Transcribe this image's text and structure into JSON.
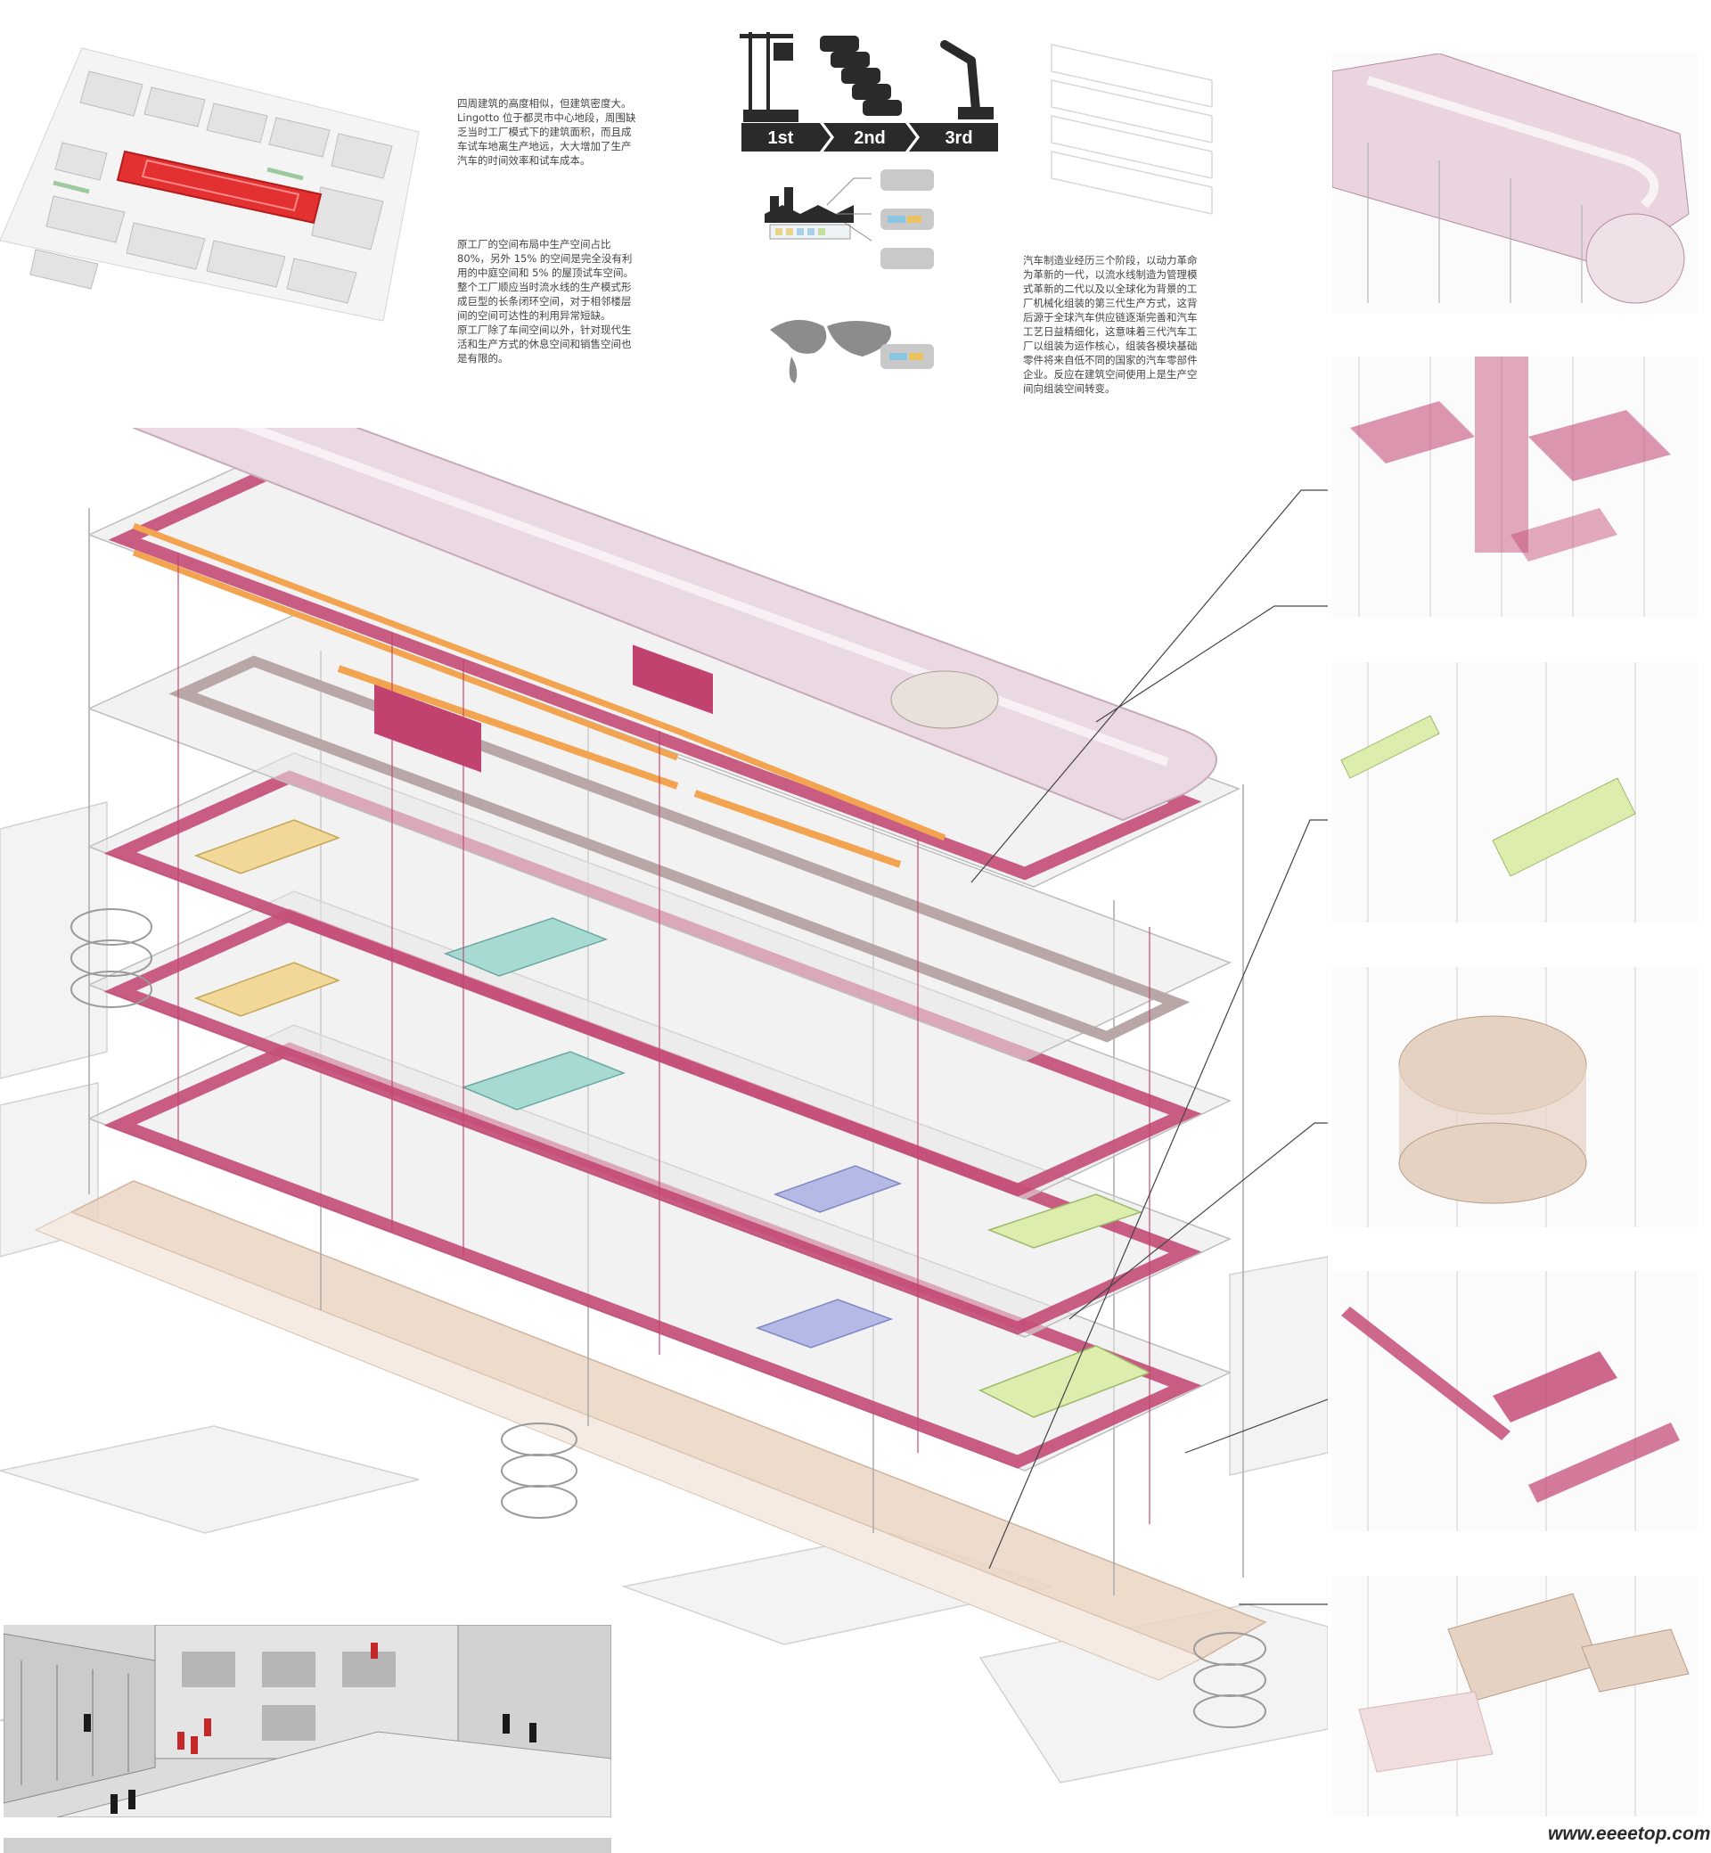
{
  "texts": {
    "note_site": "四周建筑的高度相似，但建筑密度大。\nLingotto 位于都灵市中心地段，周围缺\n乏当时工厂模式下的建筑面积，而且成\n车试车地离生产地远，大大增加了生产\n汽车的时间效率和试车成本。",
    "note_space": "原工厂的空间布局中生产空间占比\n80%，另外 15% 的空间是完全没有利\n用的中庭空间和 5% 的屋顶试车空间。\n整个工厂顺应当时流水线的生产模式形\n成巨型的长条闭环空间，对于相邻楼层\n间的空间可达性的利用异常短缺。\n原工厂除了车间空间以外，针对现代生\n活和生产方式的休息空间和销售空间也\n是有限的。",
    "note_industry": "汽车制造业经历三个阶段，以动力革命\n为革新的一代，以流水线制造为管理模\n式革新的二代以及以全球化为背景的工\n厂机械化组装的第三代生产方式，这背\n后源于全球汽车供应链逐渐完善和汽车\n工艺日益精细化，这意味着三代汽车工\n厂以组装为运作核心，组装各模块基础\n零件将来自低不同的国家的汽车零部件\n企业。反应在建筑空间使用上是生产空\n间向组装空间转变。",
    "watermark": "www.eeeetop.com"
  },
  "stages": [
    "1st",
    "2nd",
    "3rd"
  ],
  "icons": {
    "stage1": "derrick-icon",
    "stage2": "car-assembly-line-icon",
    "stage3": "robot-arm-icon",
    "factory": "factory-icon",
    "world": "world-map-icon"
  },
  "colors": {
    "magenta": "#c2426f",
    "magenta_light": "#e9b8c9",
    "track": "#e6d4de",
    "orange": "#f2a450",
    "yellow": "#f2d898",
    "teal": "#a8dad4",
    "blue": "#b4b9e6",
    "lime": "#dcedae",
    "beige": "#ead5c4",
    "dark": "#2a2a2a"
  },
  "site_model": {
    "highlight": "Lingotto"
  }
}
